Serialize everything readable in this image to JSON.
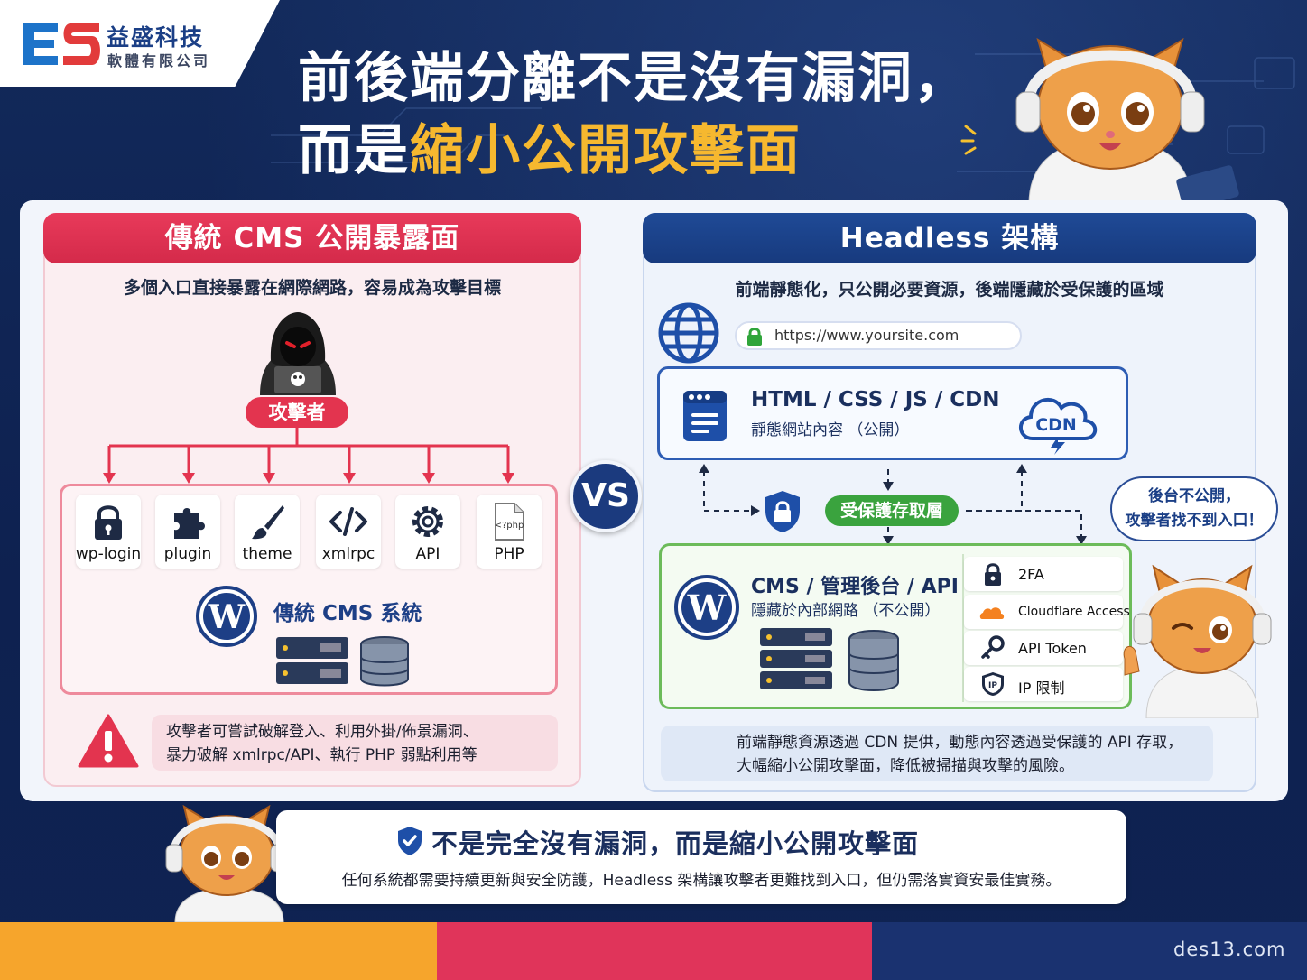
{
  "brand": {
    "logo_letters": "ES",
    "name": "益盛科技",
    "subname": "軟體有限公司",
    "colors": {
      "blue": "#1b3f86",
      "red": "#e3344f",
      "orange": "#f6b82f"
    }
  },
  "title": {
    "line1": "前後端分離不是沒有漏洞，",
    "line2_prefix": "而是",
    "line2_highlight": "縮小公開攻擊面"
  },
  "left": {
    "header": "傳統 CMS 公開暴露面",
    "subtitle": "多個入口直接暴露在網際網路，容易成為攻擊目標",
    "attacker_label": "攻擊者",
    "entries": [
      {
        "label": "wp-login",
        "icon": "lock-icon"
      },
      {
        "label": "plugin",
        "icon": "puzzle-icon"
      },
      {
        "label": "theme",
        "icon": "brush-icon"
      },
      {
        "label": "xmlrpc",
        "icon": "code-icon"
      },
      {
        "label": "API",
        "icon": "gear-icon"
      },
      {
        "label": "PHP",
        "icon": "php-file-icon",
        "icon_text": "<?php"
      }
    ],
    "cms_label": "傳統 CMS 系統",
    "warning_line1": "攻擊者可嘗試破解登入、利用外掛/佈景漏洞、",
    "warning_line2": "暴力破解 xmlrpc/API、執行 PHP 弱點利用等"
  },
  "vs_label": "VS",
  "right": {
    "header": "Headless 架構",
    "subtitle": "前端靜態化，只公開必要資源，後端隱藏於受保護的區域",
    "url": "https://www.yoursite.com",
    "static_title": "HTML / CSS / JS / CDN",
    "static_sub": "靜態網站內容 （公開）",
    "cdn_label": "CDN",
    "guard_label": "受保護存取層",
    "cms_title": "CMS / 管理後台 / API",
    "cms_sub": "隱藏於內部網路 （不公開）",
    "security": [
      {
        "label": "2FA",
        "icon": "lock-icon"
      },
      {
        "label": "Cloudflare Access",
        "icon": "cloudflare-icon"
      },
      {
        "label": "API Token",
        "icon": "key-icon"
      },
      {
        "label": "IP 限制",
        "icon": "ip-shield-icon",
        "icon_text": "IP"
      }
    ],
    "info_line1": "前端靜態資源透過 CDN 提供，動態內容透過受保護的 API 存取，",
    "info_line2": "大幅縮小公開攻擊面，降低被掃描與攻擊的風險。"
  },
  "bubble": {
    "line1": "後台不公開，",
    "line2": "攻擊者找不到入口！"
  },
  "bottom": {
    "title": "不是完全沒有漏洞，而是縮小公開攻擊面",
    "subtitle": "任何系統都需要持續更新與安全防護，Headless 架構讓攻擊者更難找到入口，但仍需落實資安最佳實務。"
  },
  "footer": {
    "domain": "des13.com"
  }
}
